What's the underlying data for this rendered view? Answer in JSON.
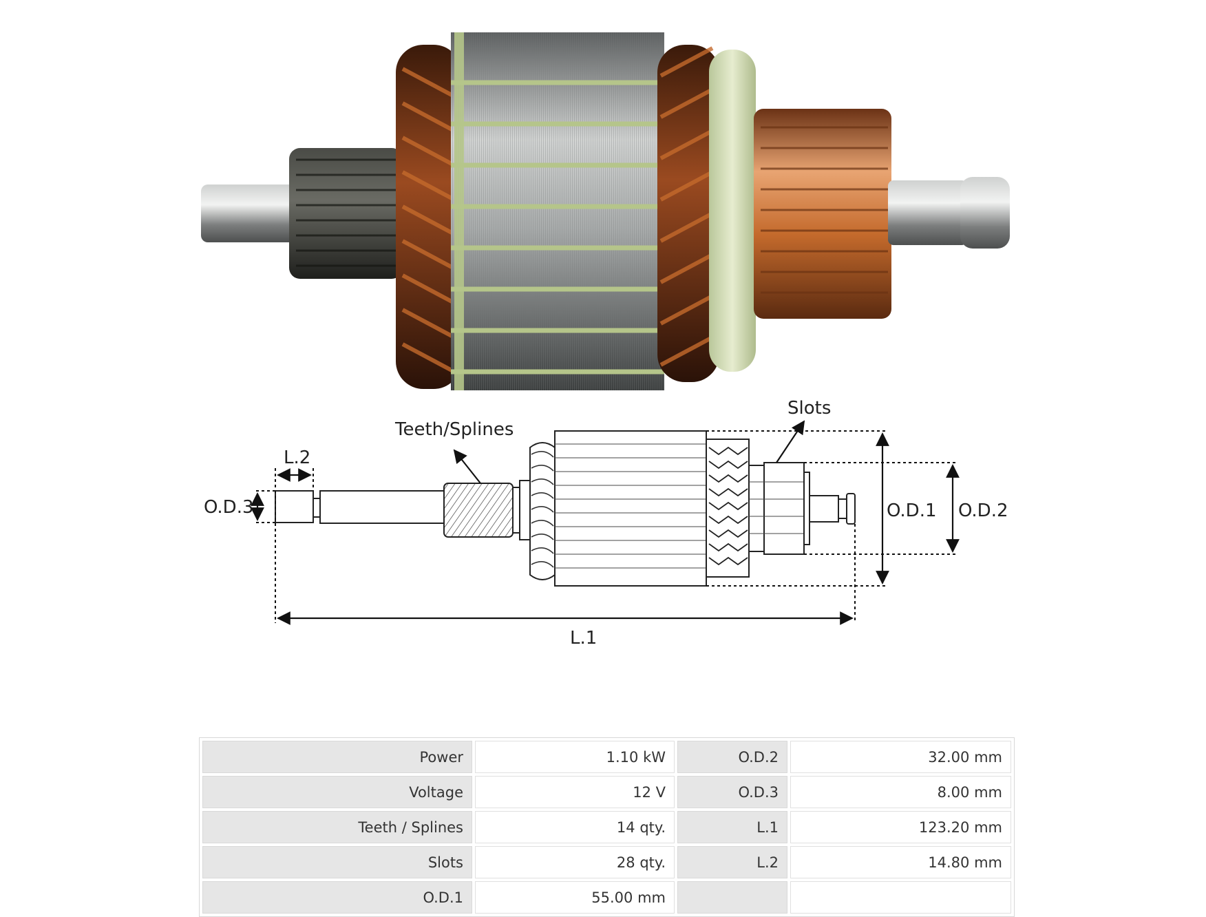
{
  "diagram": {
    "labels": {
      "teeth_splines": "Teeth/Splines",
      "slots": "Slots",
      "l2": "L.2",
      "od3": "O.D.3",
      "od1": "O.D.1",
      "od2": "O.D.2",
      "l1": "L.1"
    }
  },
  "specs": [
    {
      "label": "Power",
      "value": "1.10 kW",
      "label2": "O.D.2",
      "value2": "32.00 mm"
    },
    {
      "label": "Voltage",
      "value": "12 V",
      "label2": "O.D.3",
      "value2": "8.00 mm"
    },
    {
      "label": "Teeth / Splines",
      "value": "14 qty.",
      "label2": "L.1",
      "value2": "123.20 mm"
    },
    {
      "label": "Slots",
      "value": "28 qty.",
      "label2": "L.2",
      "value2": "14.80 mm"
    },
    {
      "label": "O.D.1",
      "value": "55.00 mm",
      "label2": "",
      "value2": ""
    }
  ],
  "colors": {
    "copper": "#c46a2c",
    "lamination": "#8a8d8e",
    "insulation": "#c9d7a6",
    "shaft": "#9a9c9c",
    "pinion": "#2f302c"
  }
}
